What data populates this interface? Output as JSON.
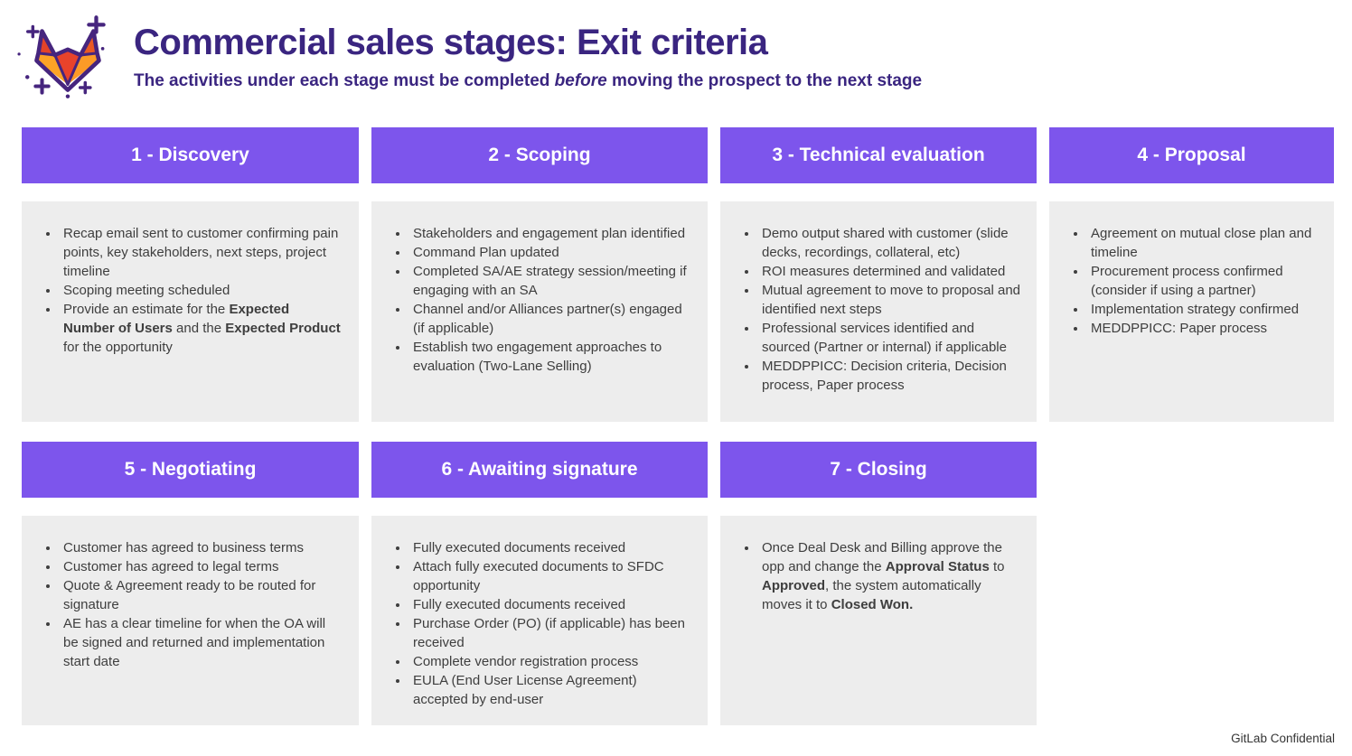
{
  "page": {
    "title": "Commercial sales stages: Exit criteria",
    "subtitle": [
      {
        "t": "The activities under each stage must be completed "
      },
      {
        "t": "before",
        "i": true
      },
      {
        "t": " moving the prospect to the next stage"
      }
    ],
    "footer": "GitLab Confidential"
  },
  "colors": {
    "accent_purple": "#7D55EC",
    "heading_purple": "#3A2580",
    "box_gray": "#EDEDED",
    "body_text": "#3E3E3E",
    "logo_outline": "#46257E",
    "logo_red": "#E24329",
    "logo_orange": "#FC6D26",
    "logo_yellow": "#FCA326"
  },
  "logo": {
    "name": "gitlab-tanuki-logo"
  },
  "stages": [
    {
      "label": "1 - Discovery",
      "bullets": [
        [
          {
            "t": "Recap email sent to customer confirming pain points, key stakeholders, next steps, project timeline"
          }
        ],
        [
          {
            "t": "Scoping meeting scheduled"
          }
        ],
        [
          {
            "t": "Provide an estimate for the "
          },
          {
            "t": "Expected Number of Users",
            "b": true
          },
          {
            "t": " and the "
          },
          {
            "t": "Expected Product",
            "b": true
          },
          {
            "t": " for the opportunity"
          }
        ]
      ]
    },
    {
      "label": "2 - Scoping",
      "bullets": [
        [
          {
            "t": "Stakeholders and engagement plan identified"
          }
        ],
        [
          {
            "t": "Command Plan updated"
          }
        ],
        [
          {
            "t": "Completed SA/AE strategy session/meeting if engaging with an SA"
          }
        ],
        [
          {
            "t": "Channel and/or Alliances partner(s) engaged (if applicable)"
          }
        ],
        [
          {
            "t": "Establish two engagement approaches to evaluation (Two-Lane Selling)"
          }
        ]
      ]
    },
    {
      "label": "3 - Technical evaluation",
      "bullets": [
        [
          {
            "t": "Demo output shared with customer (slide decks, recordings, collateral, etc)"
          }
        ],
        [
          {
            "t": "ROI measures determined and validated"
          }
        ],
        [
          {
            "t": "Mutual agreement to move to proposal and identified next steps"
          }
        ],
        [
          {
            "t": "Professional services identified and sourced (Partner or internal) if applicable"
          }
        ],
        [
          {
            "t": "MEDDPPICC: Decision criteria, Decision process, Paper process"
          }
        ]
      ]
    },
    {
      "label": "4 - Proposal",
      "bullets": [
        [
          {
            "t": "Agreement on mutual close plan and timeline"
          }
        ],
        [
          {
            "t": "Procurement process confirmed (consider if using a partner)"
          }
        ],
        [
          {
            "t": "Implementation strategy confirmed"
          }
        ],
        [
          {
            "t": "MEDDPPICC: Paper process"
          }
        ]
      ]
    },
    {
      "label": "5 - Negotiating",
      "bullets": [
        [
          {
            "t": "Customer has agreed to business terms"
          }
        ],
        [
          {
            "t": "Customer has agreed to legal terms"
          }
        ],
        [
          {
            "t": "Quote & Agreement ready to be routed for signature"
          }
        ],
        [
          {
            "t": "AE has a clear timeline for when the OA will be signed and returned and implementation start date"
          }
        ]
      ]
    },
    {
      "label": "6 - Awaiting signature",
      "bullets": [
        [
          {
            "t": "Fully executed documents received"
          }
        ],
        [
          {
            "t": "Attach fully executed documents to SFDC opportunity"
          }
        ],
        [
          {
            "t": "Fully executed documents received"
          }
        ],
        [
          {
            "t": "Purchase Order (PO) (if applicable) has been received"
          }
        ],
        [
          {
            "t": "Complete vendor registration process"
          }
        ],
        [
          {
            "t": "EULA (End User License Agreement) accepted by end-user"
          }
        ]
      ]
    },
    {
      "label": "7 - Closing",
      "bullets": [
        [
          {
            "t": "Once Deal Desk and Billing approve the opp and change the "
          },
          {
            "t": "Approval Status",
            "b": true
          },
          {
            "t": " to "
          },
          {
            "t": "Approved",
            "b": true
          },
          {
            "t": ", the system automatically moves it to "
          },
          {
            "t": "Closed Won.",
            "b": true
          }
        ]
      ]
    }
  ]
}
